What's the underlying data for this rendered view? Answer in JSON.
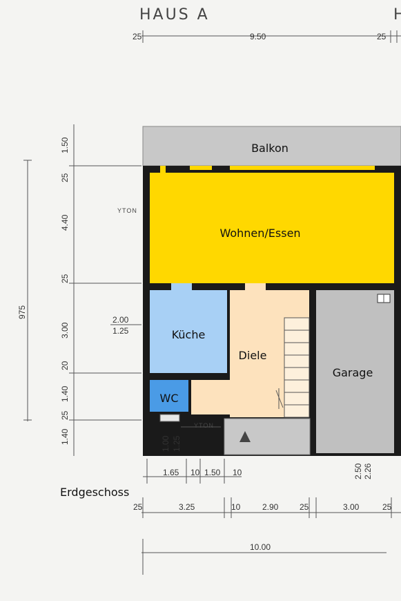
{
  "header": {
    "title": "HAUS A",
    "right_fragment": "H"
  },
  "rooms": {
    "balcony": "Balkon",
    "living": "Wohnen/Essen",
    "kitchen": "Küche",
    "hall": "Diele",
    "garage": "Garage",
    "wc": "WC"
  },
  "floor_label": "Erdgeschoss",
  "markers": {
    "yton": "YTON"
  },
  "dims_top": [
    "25",
    "9.50",
    "25"
  ],
  "dims_left": [
    "1.50",
    "25",
    "4.40",
    "25",
    "3.00",
    "20",
    "1.40",
    "25",
    "1.40"
  ],
  "dim_total_height": "975",
  "dims_mid_left": [
    "2.00",
    "1.25"
  ],
  "dims_under_wc": [
    "1.00",
    "1.25"
  ],
  "dims_bottom_row1": [
    "1.65",
    "10",
    "1.50",
    "10"
  ],
  "dims_bottom_row2": [
    "25",
    "3.25",
    "10",
    "2.90",
    "25",
    "3.00",
    "25"
  ],
  "dim_total_width": "10.00",
  "dims_garage_vertical": [
    "2.50",
    "2.26"
  ],
  "colors": {
    "balcony": "#c8c8c8",
    "living": "#ffd800",
    "kitchen": "#a8d0f5",
    "hall": "#fde2bd",
    "garage": "#c0c0c0",
    "wc": "#4a9be6",
    "wall": "#1a1a1a"
  }
}
